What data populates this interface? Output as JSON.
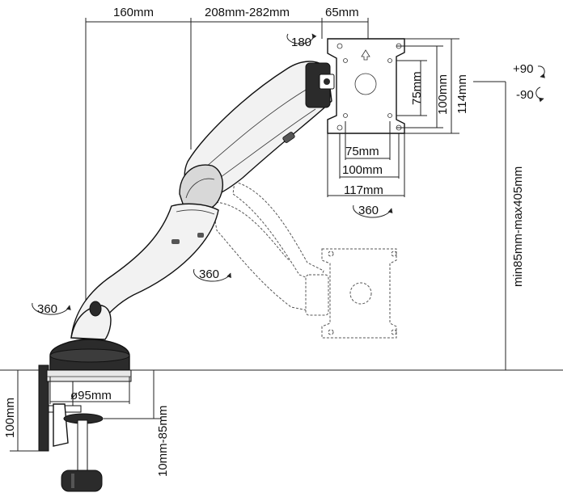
{
  "dimensions": {
    "reach_base": "160mm",
    "reach_arm": "208mm-282mm",
    "depth_head": "65mm",
    "vesa_outer_h": "114mm",
    "vesa_mid_h": "100mm",
    "vesa_inner_h": "75mm",
    "vesa_inner_w": "75mm",
    "vesa_mid_w": "100mm",
    "vesa_outer_w": "117mm",
    "height_range": "min85mm-max405mm",
    "pole_diameter": "ø95mm",
    "clamp_height": "100mm",
    "desk_thickness": "10mm-85mm"
  },
  "rotations": {
    "head_rotate": "180",
    "tilt_up": "+90",
    "tilt_down": "-90",
    "vesa_rotate": "360",
    "arm_rotate": "360",
    "base_rotate": "360"
  },
  "colors": {
    "line": "#111111",
    "arm_fill": "#f2f2f2",
    "dark_part": "#2b2b2b",
    "ghost_line": "#555555"
  }
}
